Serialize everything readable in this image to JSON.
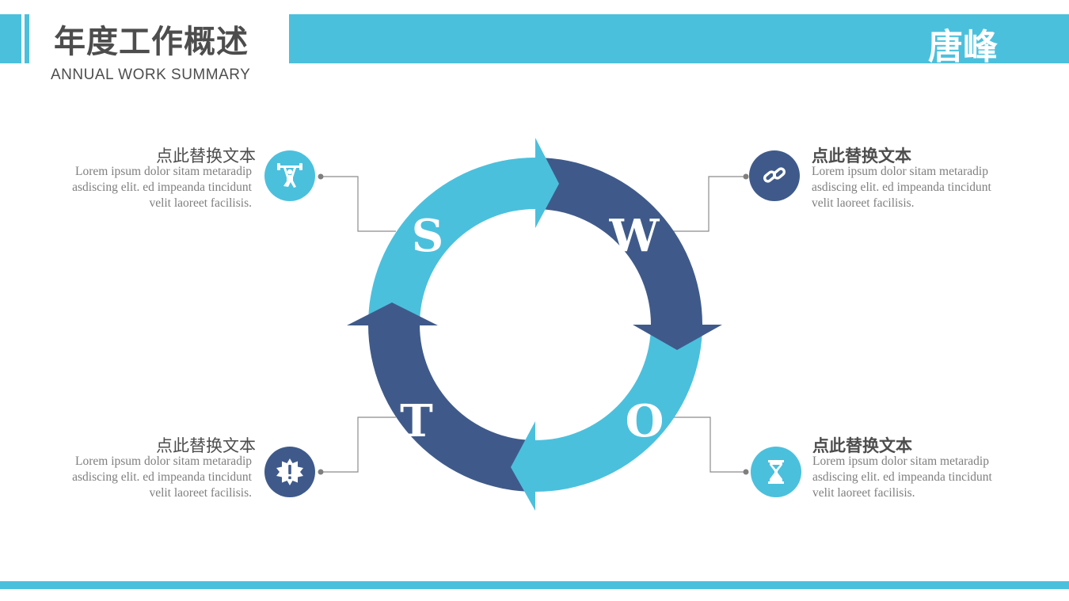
{
  "header": {
    "title": "年度工作概述",
    "subtitle": "ANNUAL  WORK SUMMARY",
    "author": "唐峰"
  },
  "colors": {
    "accent_cyan": "#4bc0dd",
    "accent_navy": "#3f5a8a",
    "text_dark": "#4d4d4d",
    "text_gray": "#7f7f7f"
  },
  "diagram": {
    "letters": {
      "s": "S",
      "w": "W",
      "o": "O",
      "t": "T"
    },
    "items": [
      {
        "title": "点此替换文本",
        "body": "Lorem ipsum dolor sitam metaradip asdiscing elit. ed impeanda  tincidunt velit laoreet facilisis.",
        "icon": "weightlifter-icon"
      },
      {
        "title": "点此替换文本",
        "body": "Lorem ipsum dolor sitam metaradip asdiscing elit. ed impeanda  tincidunt velit laoreet facilisis.",
        "icon": "chain-link-icon"
      },
      {
        "title": "点此替换文本",
        "body": "Lorem ipsum dolor sitam metaradip asdiscing elit. ed impeanda  tincidunt velit laoreet facilisis.",
        "icon": "alert-badge-icon"
      },
      {
        "title": "点此替换文本",
        "body": "Lorem ipsum dolor sitam metaradip asdiscing elit. ed impeanda  tincidunt velit laoreet facilisis.",
        "icon": "hourglass-icon"
      }
    ]
  }
}
